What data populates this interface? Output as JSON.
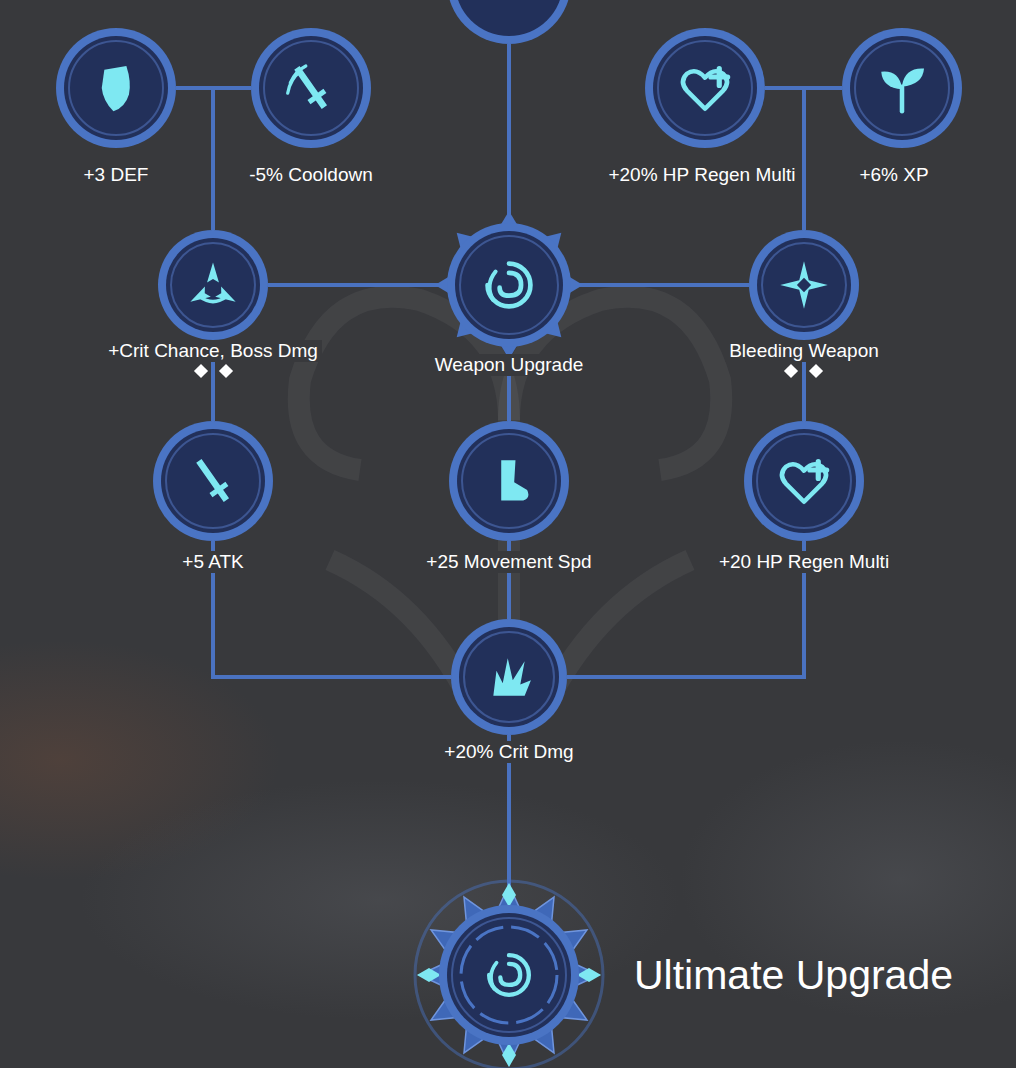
{
  "diagram": {
    "nodes": [
      {
        "text": [
          "+3 DEF"
        ]
      },
      {
        "text": [
          "-5% Cooldown"
        ]
      },
      {
        "text": [
          "+20% HP Regen Multi"
        ]
      },
      {
        "text": [
          "+6% XP"
        ]
      },
      {
        "text": [
          "+Crit Chance, Boss Dmg"
        ]
      },
      {
        "text": [
          "Weapon Upgrade"
        ]
      },
      {
        "text": [
          "Bleeding Weapon"
        ]
      },
      {
        "text": [
          "+5 ATK"
        ]
      },
      {
        "text": [
          "+25 Movement Spd"
        ]
      },
      {
        "text": [
          "+20 HP Regen Multi"
        ]
      },
      {
        "text": [
          "+20% Crit Dmg"
        ]
      },
      {
        "text": [
          "Ultimate Upgrade"
        ]
      }
    ],
    "edges": [
      {
        "from": 0,
        "to": 4,
        "arrow": "none"
      },
      {
        "from": 1,
        "to": 4,
        "arrow": "none"
      },
      {
        "from": 2,
        "to": 6,
        "arrow": "none"
      },
      {
        "from": 3,
        "to": 6,
        "arrow": "none"
      },
      {
        "from": 4,
        "to": 5,
        "arrow": "none"
      },
      {
        "from": 5,
        "to": 6,
        "arrow": "none"
      },
      {
        "from": 4,
        "to": 7,
        "arrow": "none"
      },
      {
        "from": 5,
        "to": 8,
        "arrow": "none"
      },
      {
        "from": 6,
        "to": 9,
        "arrow": "none"
      },
      {
        "from": 7,
        "to": 10,
        "arrow": "none"
      },
      {
        "from": 8,
        "to": 10,
        "arrow": "none"
      },
      {
        "from": 9,
        "to": 10,
        "arrow": "none"
      },
      {
        "from": 10,
        "to": 11,
        "arrow": "none"
      }
    ]
  }
}
